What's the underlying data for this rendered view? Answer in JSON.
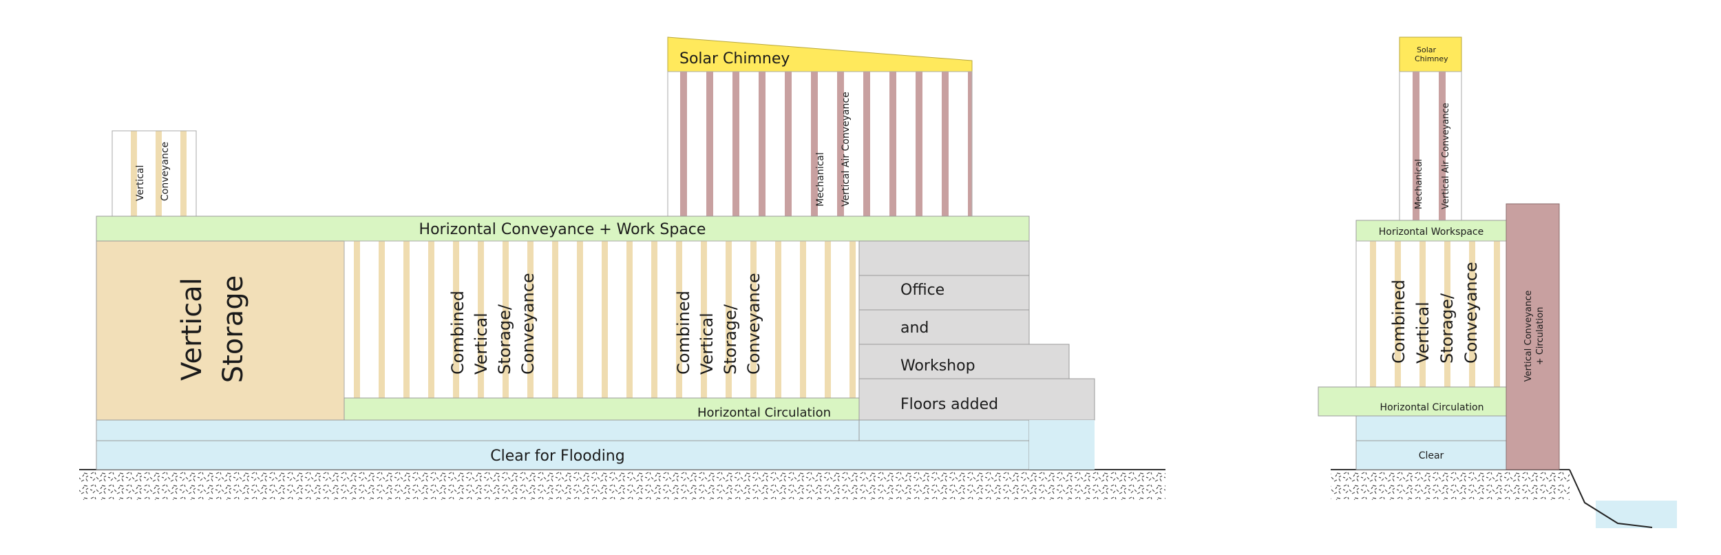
{
  "colors": {
    "green": "#d9f5c2",
    "blue": "#d6eef6",
    "tan": "#f2dfb8",
    "tan_stripe": "#efdcb0",
    "gray": "#dcdbdb",
    "yellow": "#ffe95c",
    "mauve": "#c8a0a0",
    "outline": "#9a9a9a",
    "ground": "#333333"
  },
  "left": {
    "small_tower": [
      "Vertical",
      "Conveyance"
    ],
    "solar_chimney": "Solar Chimney",
    "chimney_tubes": [
      "Mechanical",
      "Vertical Air Conveyance"
    ],
    "work_band": "Horizontal Conveyance + Work Space",
    "storage": [
      "Vertical",
      "Storage"
    ],
    "combined_a": [
      "Combined",
      "Vertical",
      "Storage/",
      "Conveyance"
    ],
    "combined_b": [
      "Combined",
      "Vertical",
      "Storage/",
      "Conveyance"
    ],
    "circulation": "Horizontal Circulation",
    "floors": [
      "Office",
      "and",
      "Workshop",
      "Floors added"
    ],
    "flood": "Clear for Flooding"
  },
  "right": {
    "solar_chimney": [
      "Solar",
      "Chimney"
    ],
    "chimney_tubes": [
      "Mechanical",
      "Vertical Air Conveyance"
    ],
    "workspace": "Horizontal Workspace",
    "combined": [
      "Combined",
      "Vertical",
      "Storage/",
      "Conveyance"
    ],
    "circulation": "Horizontal Circulation",
    "clear": "Clear",
    "tower": [
      "Vertical Conveyance",
      "+ Circulation"
    ]
  }
}
